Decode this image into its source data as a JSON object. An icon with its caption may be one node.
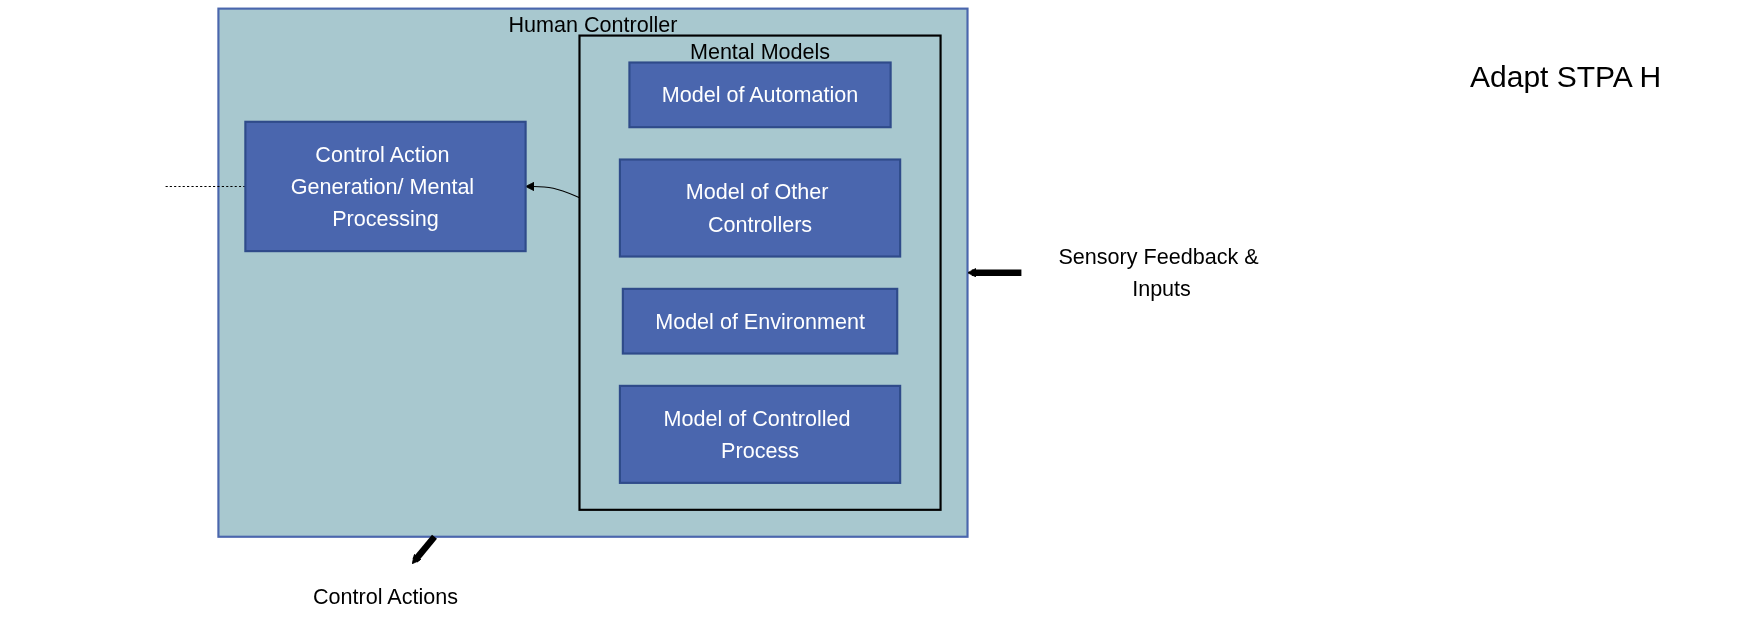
{
  "diagram": {
    "nodes": [
      {
        "text": [
          "Human Controller"
        ]
      },
      {
        "text": [
          "Mental Models"
        ],
        "in": 0
      },
      {
        "text": [
          "Model of Automation"
        ],
        "in": 1
      },
      {
        "text": [
          "Model of Other Controllers"
        ],
        "in": 1
      },
      {
        "text": [
          "Model of Environment"
        ],
        "in": 1
      },
      {
        "text": [
          "Model of Controlled Process"
        ],
        "in": 1
      },
      {
        "text": [
          "Control Action Generation/ Mental Processing"
        ],
        "in": 0
      },
      {
        "text": [
          "Control Actions"
        ]
      },
      {
        "text": [
          "Sensory Feedback & Inputs"
        ]
      }
    ],
    "edges": [
      {
        "from": 1,
        "to": 6,
        "arrow": "to"
      },
      {
        "from": 0,
        "to": 7,
        "arrow": "to",
        "style": "thick"
      },
      {
        "from": 8,
        "to": 0,
        "arrow": "to",
        "style": "thick"
      },
      {
        "from": 6,
        "to": null,
        "arrow": "none",
        "style": "dashed"
      }
    ],
    "labels": [
      "Adapt STPA H"
    ]
  }
}
